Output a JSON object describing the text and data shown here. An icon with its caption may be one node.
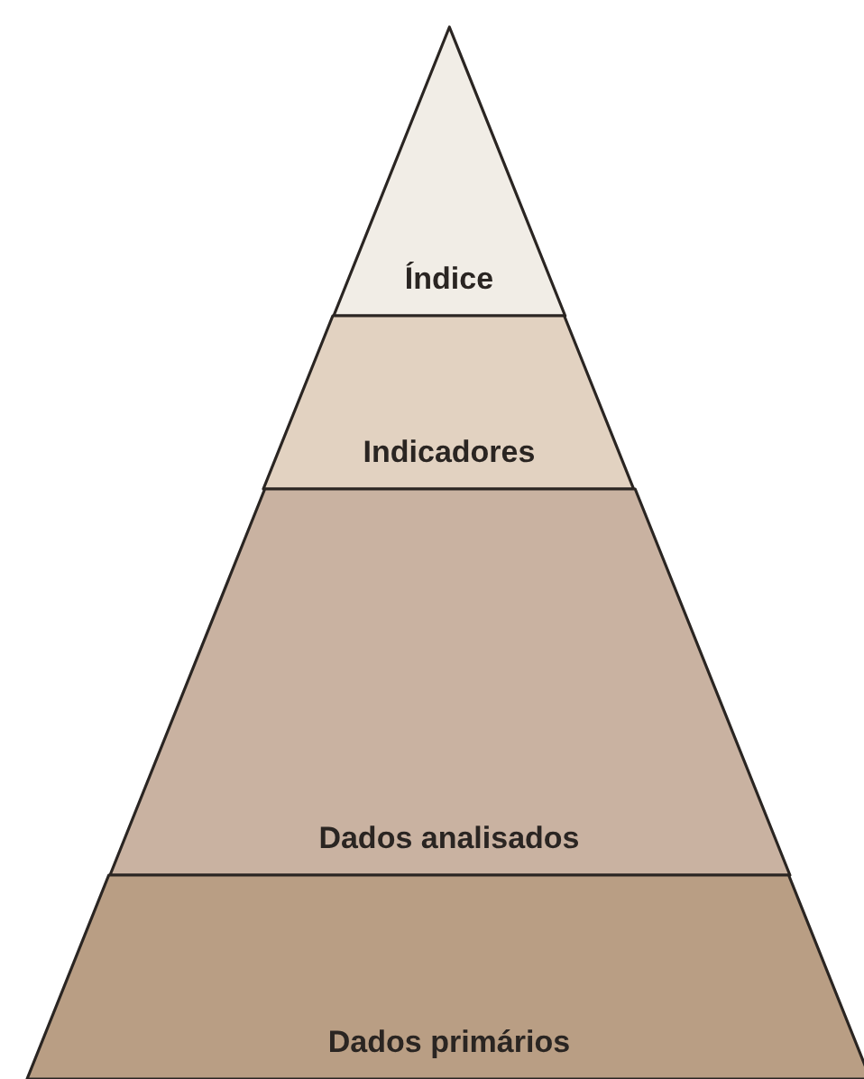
{
  "diagram": {
    "nodes": [
      {
        "text": [
          "Índice"
        ]
      },
      {
        "text": [
          "Indicadores"
        ]
      },
      {
        "text": [
          "Dados analisados"
        ]
      },
      {
        "text": [
          "Dados primários"
        ]
      }
    ]
  }
}
